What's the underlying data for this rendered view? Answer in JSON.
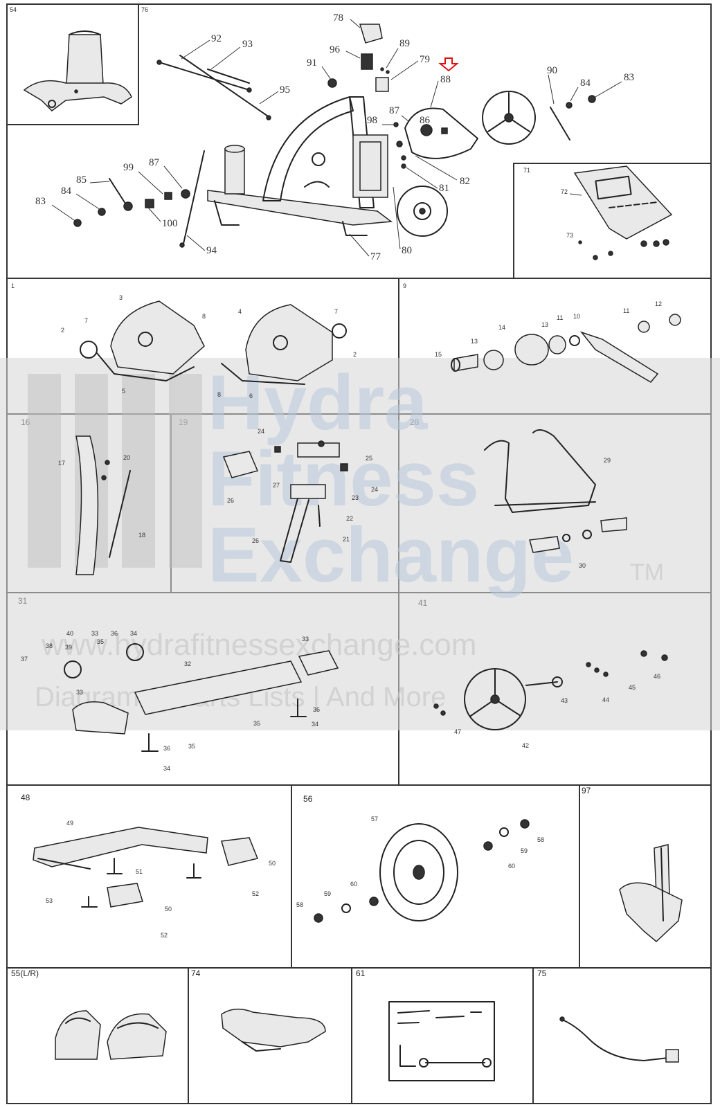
{
  "sections": {
    "s54": "54",
    "s76": "76",
    "s71": "71",
    "s1": "1",
    "s9": "9",
    "s16": "16",
    "s19": "19",
    "s28": "28",
    "s31": "31",
    "s41": "41",
    "s48": "48",
    "s56": "56",
    "s97": "97",
    "s55": "55(L/R)",
    "s74": "74",
    "s61": "61",
    "s75": "75"
  },
  "callouts_main": {
    "c78": "78",
    "c96": "96",
    "c91": "91",
    "c89": "89",
    "c79": "79",
    "c88": "88",
    "c92": "92",
    "c93": "93",
    "c95": "95",
    "c90": "90",
    "c84a": "84",
    "c83a": "83",
    "c98": "98",
    "c87a": "87",
    "c86": "86",
    "c82": "82",
    "c81": "81",
    "c99": "99",
    "c87b": "87",
    "c85": "85",
    "c84b": "84",
    "c83b": "83",
    "c100": "100",
    "c94": "94",
    "c77": "77",
    "c80": "80",
    "c72": "72",
    "c73": "73"
  },
  "callouts_small": {
    "p2": "2",
    "p3": "3",
    "p7a": "7",
    "p8": "8",
    "p5": "5",
    "p4": "4",
    "p7b": "7",
    "p2b": "2",
    "p6": "6",
    "p8b": "8",
    "p11": "11",
    "p12": "12",
    "p14": "14",
    "p13a": "13",
    "p13b": "13",
    "p11b": "11",
    "p10": "10",
    "p15": "15",
    "p17": "17",
    "p20": "20",
    "p18": "18",
    "p24a": "24",
    "p25": "25",
    "p27": "27",
    "p26": "26",
    "p23": "23",
    "p24b": "24",
    "p22": "22",
    "p21": "21",
    "p26b": "26",
    "p29": "29",
    "p30": "30",
    "p37": "37",
    "p38": "38",
    "p39": "39",
    "p40": "40",
    "p33a": "33",
    "p34a": "34",
    "p35a": "35",
    "p36a": "36",
    "p32": "32",
    "p33b": "33",
    "p33c": "33",
    "p35b": "35",
    "p36b": "36",
    "p34b": "34",
    "p35c": "35",
    "p36c": "36",
    "p34c": "34",
    "p42": "42",
    "p43": "43",
    "p44": "44",
    "p45": "45",
    "p46": "46",
    "p47": "47",
    "p49": "49",
    "p50a": "50",
    "p51": "51",
    "p52a": "52",
    "p53": "53",
    "p50b": "50",
    "p52b": "52",
    "p57": "57",
    "p58": "58",
    "p59a": "59",
    "p60a": "60",
    "p60b": "60",
    "p59b": "59",
    "p58b": "58"
  },
  "watermark": {
    "line1": "Hydra",
    "line2": "Fitness",
    "line3": "Exchange",
    "tm": "TM",
    "url": "www.hydrafitnessexchange.com",
    "tagline": "Diagrams | Parts Lists | And More"
  },
  "colors": {
    "highlight_arrow": "#d11111",
    "watermark_blue": "#b7c9dd",
    "watermark_gray": "#c9c9c9"
  }
}
